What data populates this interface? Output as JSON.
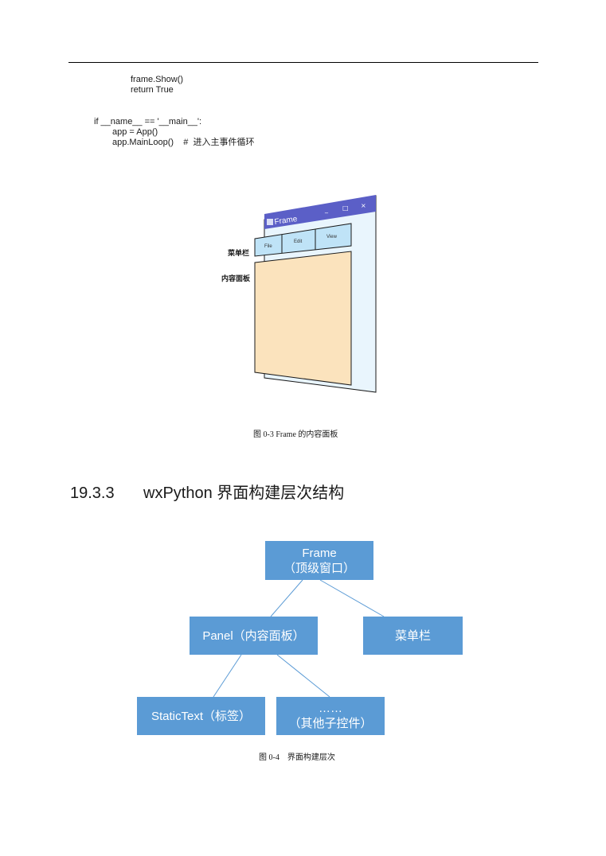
{
  "code": {
    "line1": "frame.Show()",
    "line2": "return True",
    "line3": "if __name__ == '__main__':",
    "line4": "app = App()",
    "line5": "app.MainLoop()    #  进入主事件循环"
  },
  "figure1": {
    "window_title": "Frame",
    "title_buttons": [
      "_",
      "□",
      "×"
    ],
    "menu_items": [
      "File",
      "Edit",
      "View"
    ],
    "label_menubar": "菜单栏",
    "label_panel": "内容面板",
    "caption": "图 0-3 Frame 的内容面板",
    "colors": {
      "titlebar": "#5b5fc7",
      "menubar": "#bfe3f7",
      "panel": "#fbe3bd",
      "frame": "#e9f5fd",
      "outline": "#1a1a1a"
    }
  },
  "section": {
    "number": "19.3.3",
    "title": "wxPython 界面构建层次结构"
  },
  "figure2": {
    "nodes": {
      "frame": {
        "line1": "Frame",
        "line2": "（顶级窗口）"
      },
      "panel": {
        "line1": "Panel（内容面板）"
      },
      "menubar": {
        "line1": "菜单栏"
      },
      "statictext": {
        "line1": "StaticText（标签）"
      },
      "others": {
        "line1": "……",
        "line2": "（其他子控件）"
      }
    },
    "caption": "图 0-4    界面构建层次",
    "colors": {
      "node": "#5b9bd5",
      "connector": "#5b9bd5"
    }
  }
}
